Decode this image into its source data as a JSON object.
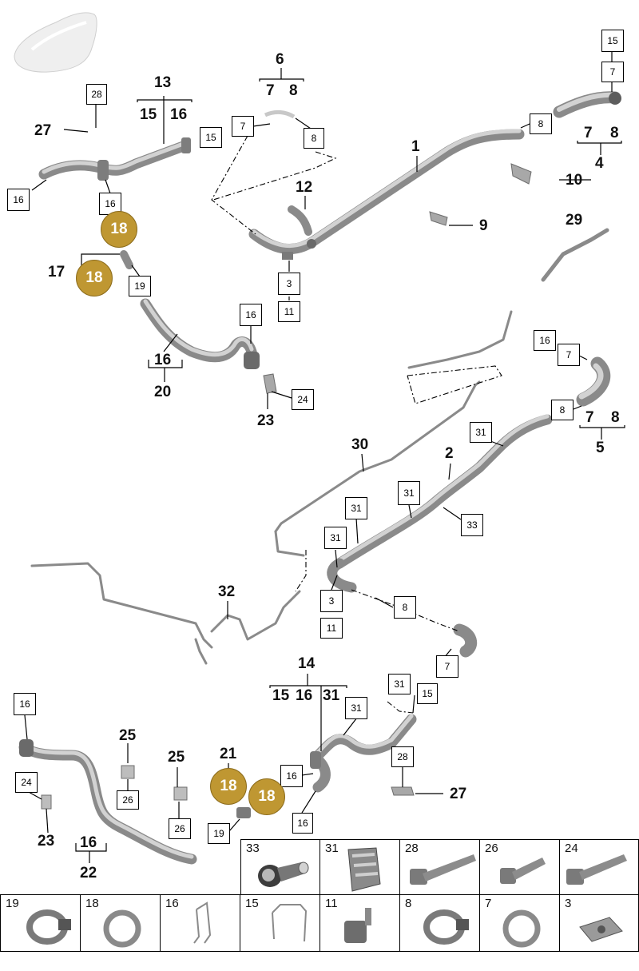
{
  "callouts": {
    "c1": "1",
    "c2": "2",
    "c4": "4",
    "c5": "5",
    "c6": "6",
    "c9": "9",
    "c10": "10",
    "c12": "12",
    "c13": "13",
    "c14": "14",
    "c16a": "16",
    "c16b": "16",
    "c17": "17",
    "c20": "20",
    "c21": "21",
    "c22": "22",
    "c23a": "23",
    "c23b": "23",
    "c25a": "25",
    "c25b": "25",
    "c27a": "27",
    "c27b": "27",
    "c29": "29",
    "c30": "30",
    "c32": "32",
    "g6_7": "7",
    "g6_8": "8",
    "g13_15": "15",
    "g13_16": "16",
    "g4_7": "7",
    "g4_8": "8",
    "g5_7": "7",
    "g5_8": "8",
    "g14_15": "15",
    "g14_16": "16",
    "g14_31": "31"
  },
  "boxes": {
    "b28a": "28",
    "b16a": "16",
    "b16b": "16",
    "b15a": "15",
    "b7a": "7",
    "b8a": "8",
    "b15b": "15",
    "b7b": "7",
    "b8b": "8",
    "b3a": "3",
    "b11a": "11",
    "b19a": "19",
    "b16c": "16",
    "b24a": "24",
    "b16d": "16",
    "b7c": "7",
    "b8c": "8",
    "b31a": "31",
    "b31b": "31",
    "b31c": "31",
    "b31d": "31",
    "b33a": "33",
    "b3b": "3",
    "b11b": "11",
    "b8d": "8",
    "b7d": "7",
    "b15c": "15",
    "b31e": "31",
    "b31f": "31",
    "b16e": "16",
    "b24b": "24",
    "b26a": "26",
    "b26b": "26",
    "b19b": "19",
    "b16f": "16",
    "b16g": "16",
    "b28b": "28"
  },
  "gold_markers": {
    "m1": "18",
    "m2": "18",
    "m3": "18",
    "m4": "18"
  },
  "parts_table": {
    "row1": [
      "33",
      "31",
      "28",
      "26",
      "24"
    ],
    "row2": [
      "19",
      "18",
      "16",
      "15",
      "11",
      "8",
      "7",
      "3"
    ]
  }
}
